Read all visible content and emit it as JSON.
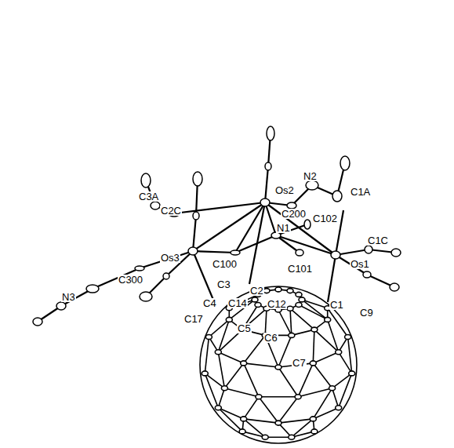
{
  "diagram": {
    "labels": [
      "N2",
      "C1A",
      "C3A",
      "C2C",
      "Os2",
      "C200",
      "N1",
      "C102",
      "C1C",
      "Os3",
      "C300",
      "C100",
      "C101",
      "Os1",
      "N3",
      "C3",
      "C2",
      "C4",
      "C14",
      "C12",
      "C1",
      "C9",
      "C17",
      "C5",
      "C6",
      "C7"
    ]
  }
}
